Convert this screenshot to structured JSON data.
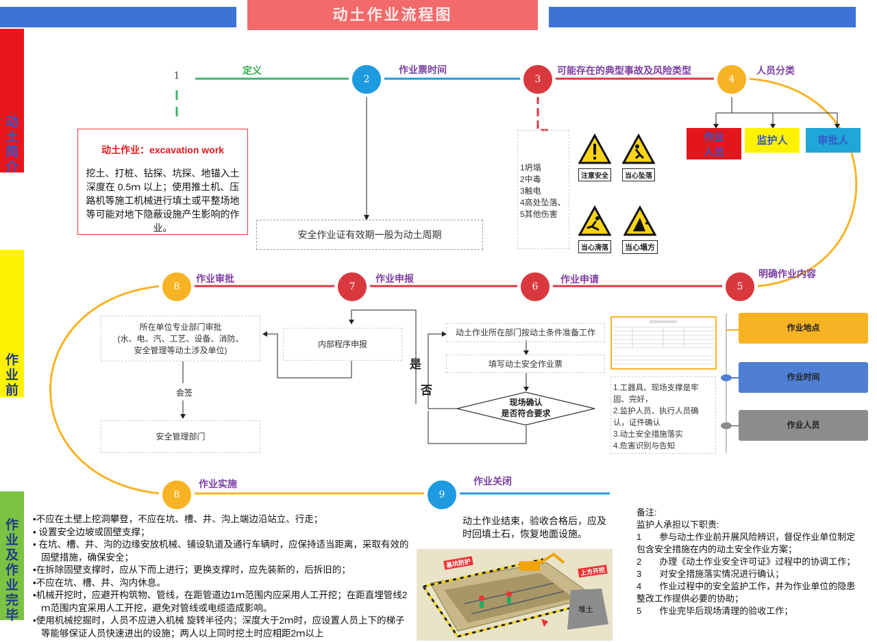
{
  "header": {
    "title": "动土作业流程图"
  },
  "sidebar": {
    "section1": "动土简介",
    "section2": "作业前",
    "section3": "作业及作业完毕"
  },
  "steps": {
    "s1": {
      "num": "1",
      "label": "定义"
    },
    "s2": {
      "num": "2",
      "label": "作业票时间"
    },
    "s3": {
      "num": "3",
      "label": "可能存在的典型事故及风险类型"
    },
    "s4": {
      "num": "4",
      "label": "人员分类"
    },
    "s5": {
      "num": "5",
      "label": "明确作业内容"
    },
    "s6": {
      "num": "6",
      "label": "作业申请"
    },
    "s7": {
      "num": "7",
      "label": "作业申报"
    },
    "s8a": {
      "num": "8",
      "label": "作业审批"
    },
    "s8b": {
      "num": "8",
      "label": "作业实施"
    },
    "s9": {
      "num": "9",
      "label": "作业关闭"
    }
  },
  "definition": {
    "title": "动土作业：excavation work",
    "body": "挖土、打桩、钻探、坑探、地锚入土深度在 0.5ｍ 以上；使用推土机、压路机等施工机械进行填土或平整场地等可能对地下隐蔽设施产生影响的作业。"
  },
  "permit_period": "安全作业证有效期一般为动土周期",
  "risks": {
    "items": [
      "1坍塌",
      "2中毒",
      "3触电",
      "4高处坠落、",
      "5其他伤害"
    ],
    "signs": [
      "注意安全",
      "当心坠落",
      "当心滑落",
      "当心塌方"
    ]
  },
  "roles": [
    "作业人员",
    "监护人",
    "审批人"
  ],
  "content_tags": [
    "作业地点",
    "作业时间",
    "作业人员"
  ],
  "apply": {
    "prepare": "动土作业所在部门按动土条件准备工作",
    "fill": "填写动土安全作业票",
    "decision_line1": "现场确认",
    "decision_line2": "是否符合要求",
    "yes": "是",
    "no": "否",
    "checks": [
      "1.工器具、现场支撑是牢固、完好，",
      "2.监护人员、执行人员确认，证件确认",
      "3.动土安全措施落实",
      "4.危害识别与告知"
    ]
  },
  "report": {
    "internal": "内部程序申报"
  },
  "approval": {
    "dept_line1": "所在单位专业部门审批",
    "dept_line2": "(水、电、汽、工艺、设备、消防、",
    "dept_line3": "安全管理等动土涉及单位)",
    "countersign": "会签",
    "safety": "安全管理部门"
  },
  "implementation": [
    "不应在土壁上挖洞攀登，不应在坑、槽、井、沟上端边沿站立、行走；",
    " 设置安全边坡或固壁支撑；",
    " 在坑、槽、井、沟的边缘安放机械、铺设轨道及通行车辆时，应保持适当距离，采取有效的固壁措施，确保安全；",
    "在拆除固壁支撑时，应从下而上进行；更换支撑时，应先装新的，后拆旧的；",
    "不应在坑、槽、井、沟内休息。",
    "机械开挖时，应避开构筑物、管线，在距管道边1ｍ范围内应采用人工开挖；在距直埋管线2ｍ范围内宜采用人工开挖，避免对管线或电缆造成影响。",
    "使用机械挖掘时，人员不应进入机械 旋转半径内；深度大于2ｍ时，应设置人员上下的梯子等能够保证人员快速进出的设施；两人以上同时挖土时应相距2ｍ以上"
  ],
  "closing": "动土作业结束，验收合格后，应及时回填土石，恢复地面设施。",
  "illustration": {
    "label1": "基坑防护",
    "label2": "上方开挖",
    "label3": "堆土"
  },
  "remarks": {
    "title": "备注:",
    "intro": "监护人承担以下职责:",
    "items": [
      "1　　参与动土作业前开展风险辨识，督促作业单位制定包含安全措施在内的动土安全作业方案；",
      "2　　办理《动土作业安全许可证》过程中的协调工作；",
      "3　　对安全措施落实情况进行确认；",
      "4　　作业过程中的安全监护工作，并为作业单位的隐患整改工作提供必要的协助；",
      "5　　作业完毕后现场清理的验收工作；"
    ]
  },
  "colors": {
    "blue": "#3b74d4",
    "red": "#d9393e",
    "yellow": "#f7b324",
    "green": "#3cb371"
  }
}
